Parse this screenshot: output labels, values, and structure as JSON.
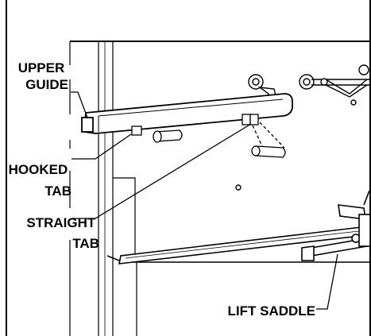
{
  "callouts": {
    "upper_guide": [
      "UPPER",
      "GUIDE"
    ],
    "hooked_tab": [
      "HOOKED",
      "TAB"
    ],
    "straight_tab": [
      "STRAIGHT",
      "TAB"
    ],
    "lift_saddle": "LIFT SADDLE"
  },
  "colors": {
    "line": "#000000",
    "background": "#ffffff"
  }
}
